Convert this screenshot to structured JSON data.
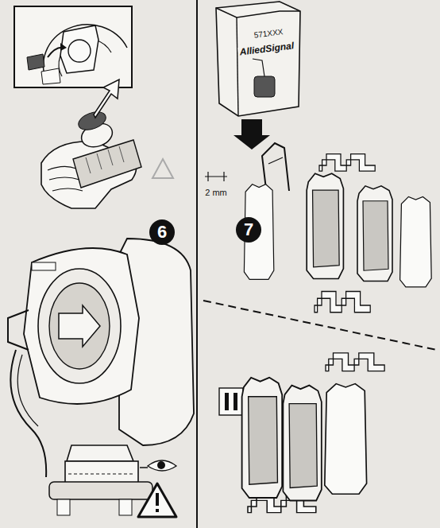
{
  "diagram": {
    "nodes": [
      {
        "text": [
          "6"
        ]
      },
      {
        "text": [
          "7"
        ]
      }
    ],
    "labels": [
      "571XXX",
      "AlliedSignal",
      "2 mm"
    ]
  }
}
